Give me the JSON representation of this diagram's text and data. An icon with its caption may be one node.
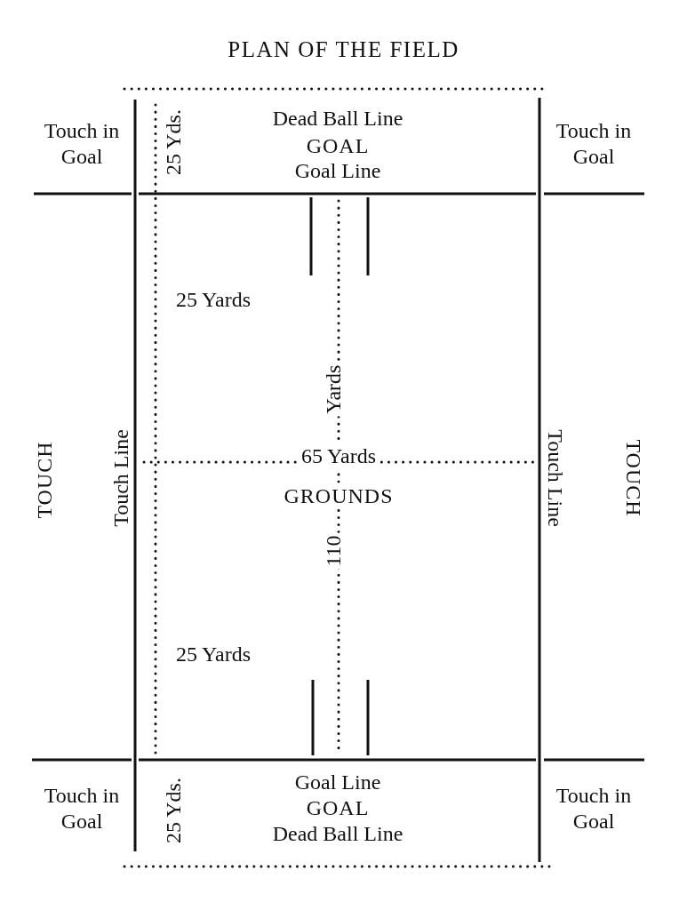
{
  "diagram": {
    "title": "PLAN OF THE FIELD",
    "labels": [
      "Touch in Goal",
      "25 Yds.",
      "Dead Ball Line",
      "GOAL",
      "Goal Line",
      "Touch in Goal",
      "25 Yards",
      "Yards",
      "TOUCH",
      "Touch Line",
      "65 Yards",
      "Touch Line",
      "TOUCH",
      "GROUNDS",
      "110",
      "25 Yards",
      "Touch in Goal",
      "25 Yds.",
      "Goal Line",
      "GOAL",
      "Dead Ball Line",
      "Touch in Goal"
    ]
  }
}
